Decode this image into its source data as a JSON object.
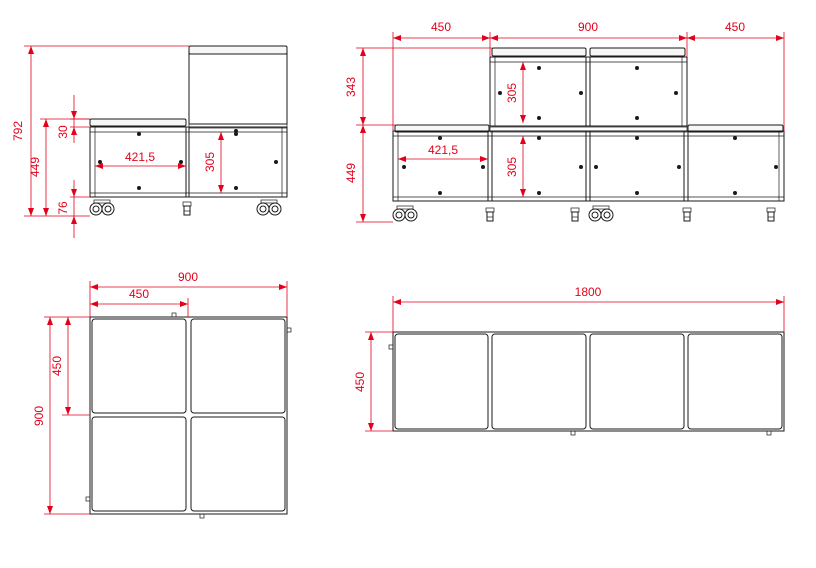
{
  "views": {
    "side": {
      "total_height": "792",
      "unit_height": "449",
      "cushion_thickness": "30",
      "caster_height": "76",
      "inner_width": "421,5",
      "inner_height": "305"
    },
    "front": {
      "left_offset": "450",
      "top_width": "900",
      "right_offset": "450",
      "upper_height": "343",
      "upper_inner_height": "305",
      "lower_height": "449",
      "inner_width": "421,5",
      "lower_inner_height": "305"
    },
    "plan_small": {
      "total_width": "900",
      "module_width": "450",
      "module_depth": "450",
      "total_depth": "900"
    },
    "plan_large": {
      "total_width": "1800",
      "depth": "450"
    }
  },
  "colors": {
    "dimension": "#e3001b",
    "outline": "#1a1a1a"
  }
}
